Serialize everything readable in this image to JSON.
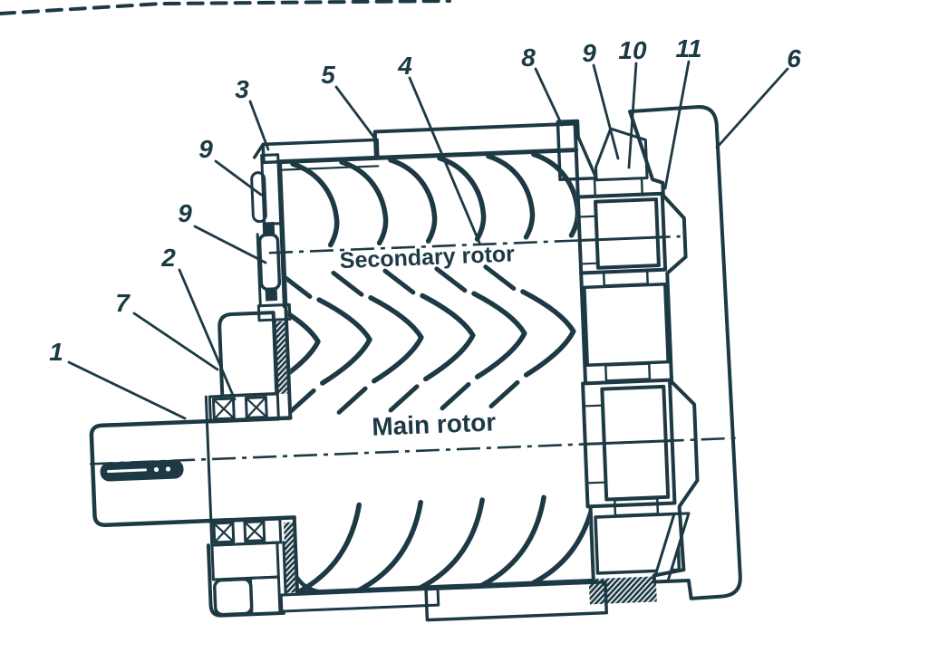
{
  "figure": {
    "labels": {
      "secondary_rotor": "Secondary rotor",
      "main_rotor": "Main rotor"
    },
    "callouts": [
      {
        "id": "1",
        "label": "1"
      },
      {
        "id": "7",
        "label": "7"
      },
      {
        "id": "2",
        "label": "2"
      },
      {
        "id": "9-left-lower",
        "label": "9"
      },
      {
        "id": "9-left-upper",
        "label": "9"
      },
      {
        "id": "3",
        "label": "3"
      },
      {
        "id": "5",
        "label": "5"
      },
      {
        "id": "4",
        "label": "4"
      },
      {
        "id": "8",
        "label": "8"
      },
      {
        "id": "9-right",
        "label": "9"
      },
      {
        "id": "10",
        "label": "10"
      },
      {
        "id": "11",
        "label": "11"
      },
      {
        "id": "6",
        "label": "6"
      }
    ],
    "colors": {
      "ink": "#1d3944",
      "paper": "#ffffff"
    }
  }
}
